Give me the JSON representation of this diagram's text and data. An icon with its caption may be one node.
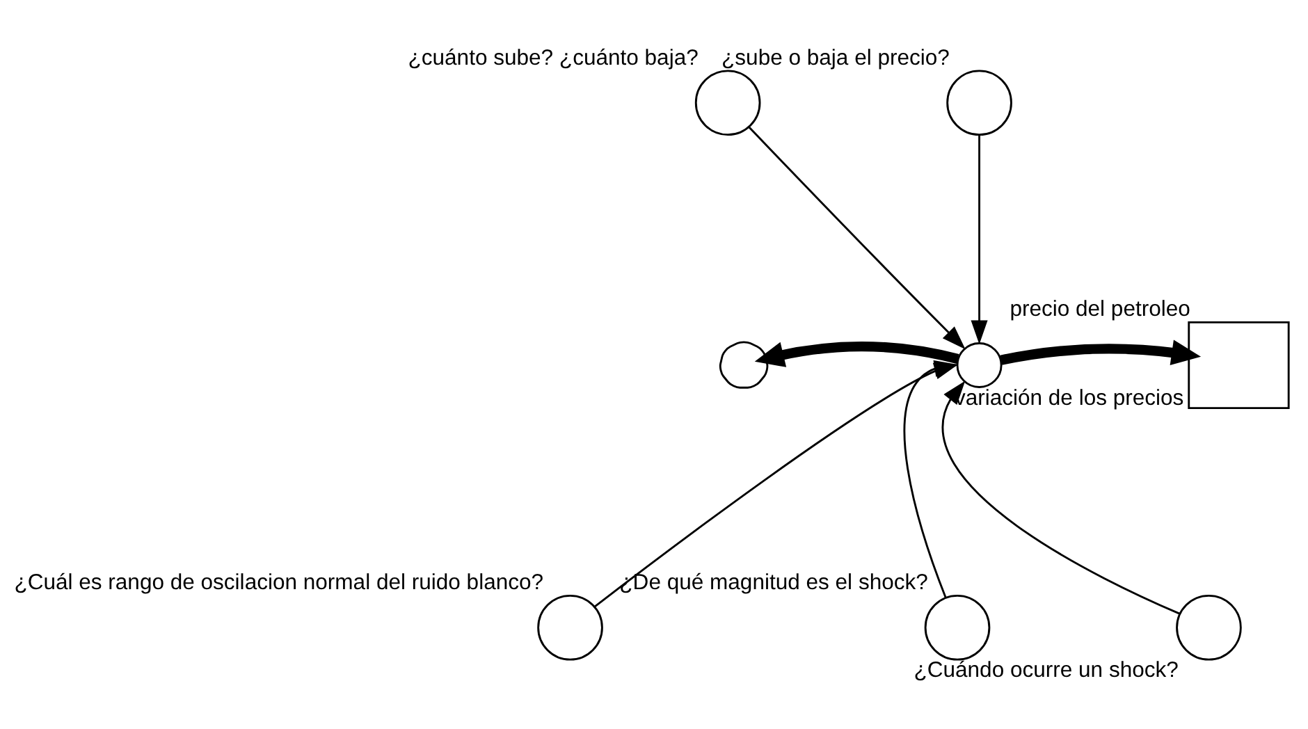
{
  "diagram": {
    "nodes": [
      {
        "text": [
          "¿sube o baja el precio?"
        ]
      },
      {
        "text": [
          "¿cuánto sube? ¿cuánto baja?"
        ]
      },
      {
        "text": [
          "precio del petroleo"
        ]
      },
      {
        "text": [],
        "shape": "cloud"
      },
      {
        "text": [
          "variación de los precios"
        ]
      },
      {
        "text": [
          "¿Cuál es rango de oscilacion normal del ruido blanco?"
        ]
      },
      {
        "text": [
          "¿De qué magnitud es el shock?"
        ]
      },
      {
        "text": [
          "¿Cuándo ocurre un shock?"
        ]
      }
    ],
    "edges": [
      {
        "from": 0,
        "to": 4,
        "arrow": "to"
      },
      {
        "from": 1,
        "to": 4,
        "arrow": "to"
      },
      {
        "from": 4,
        "to": 3,
        "arrow": "to",
        "style": "thick"
      },
      {
        "from": 4,
        "to": 2,
        "arrow": "to",
        "style": "thick"
      },
      {
        "from": 5,
        "to": 4,
        "arrow": "to"
      },
      {
        "from": 7,
        "to": 4,
        "arrow": "to"
      },
      {
        "from": 6,
        "to": 4,
        "arrow": "to"
      }
    ]
  }
}
